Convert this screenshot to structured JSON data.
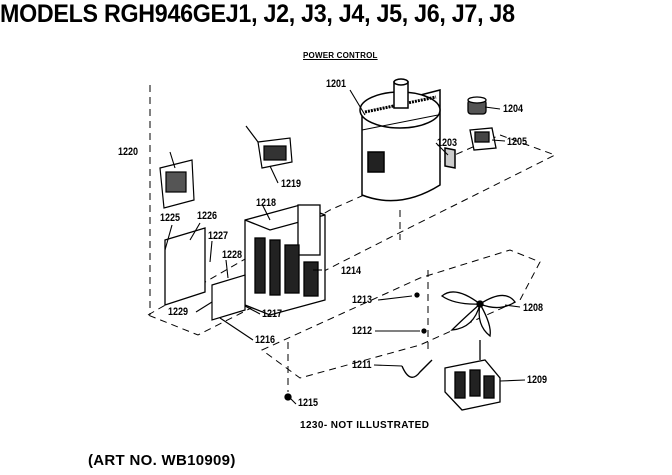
{
  "title": "MODELS RGH946GEJ1, J2, J3, J4, J5, J6, J7, J8",
  "subtitle": "POWER CONTROL",
  "footnote": "1230- NOT ILLUSTRATED",
  "art_number": "(ART NO. WB10909)",
  "part_labels": {
    "p1201": "1201",
    "p1203": "1203",
    "p1204": "1204",
    "p1205": "1205",
    "p1208": "1208",
    "p1209": "1209",
    "p1211": "1211",
    "p1212": "1212",
    "p1213": "1213",
    "p1214": "1214",
    "p1215": "1215",
    "p1216": "1216",
    "p1217": "1217",
    "p1218": "1218",
    "p1219": "1219",
    "p1220": "1220",
    "p1225": "1225",
    "p1226": "1226",
    "p1227": "1227",
    "p1228": "1228",
    "p1229": "1229"
  }
}
